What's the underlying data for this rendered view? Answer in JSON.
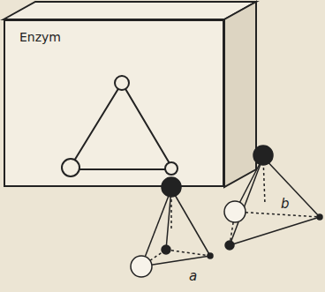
{
  "diagram": {
    "nodes": [
      {
        "text": [
          "Enzym"
        ]
      }
    ],
    "labels": [
      "a",
      "b"
    ]
  }
}
